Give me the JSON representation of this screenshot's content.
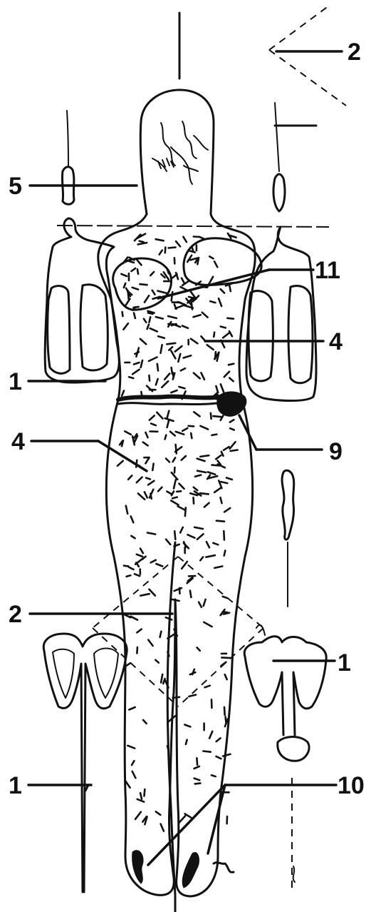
{
  "labels": {
    "label_5": "5",
    "label_2_top": "2",
    "label_11": "11",
    "label_4_right": "4",
    "label_1_left": "1",
    "label_4_left": "4",
    "label_9": "9",
    "label_2_mid": "2",
    "label_1_right": "1",
    "label_1_bottom": "1",
    "label_10": "10"
  },
  "colors": {
    "ink": "#111111",
    "paper": "#ffffff"
  }
}
